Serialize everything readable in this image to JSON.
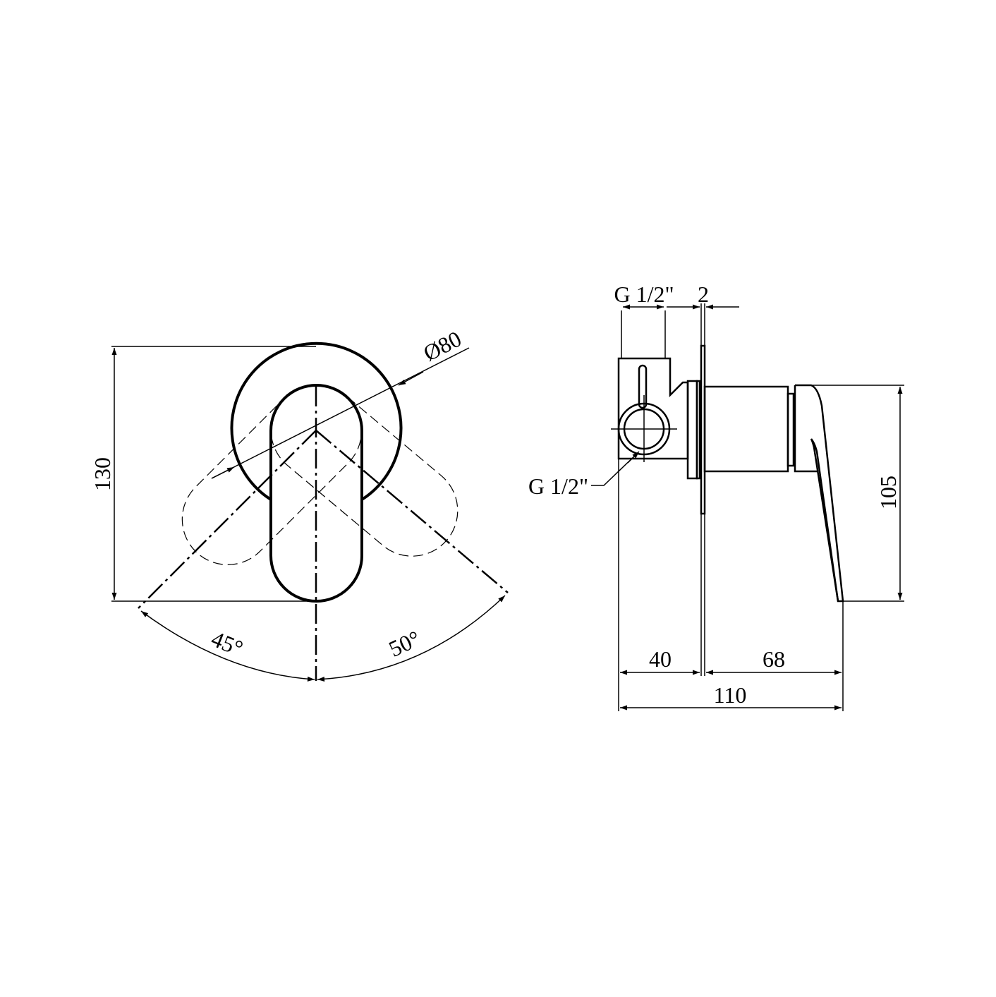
{
  "drawing": {
    "front_view": {
      "height_dim": "130",
      "diameter_dim": "Ø80",
      "angle_left": "45°",
      "angle_right": "50°"
    },
    "side_view": {
      "top_thread_dim": "G 1/2\"",
      "plate_thickness_dim": "2",
      "side_thread_callout": "G 1/2\"",
      "handle_height_dim": "105",
      "depth_body_dim": "40",
      "depth_handle_dim": "68",
      "overall_depth_dim": "110"
    }
  }
}
